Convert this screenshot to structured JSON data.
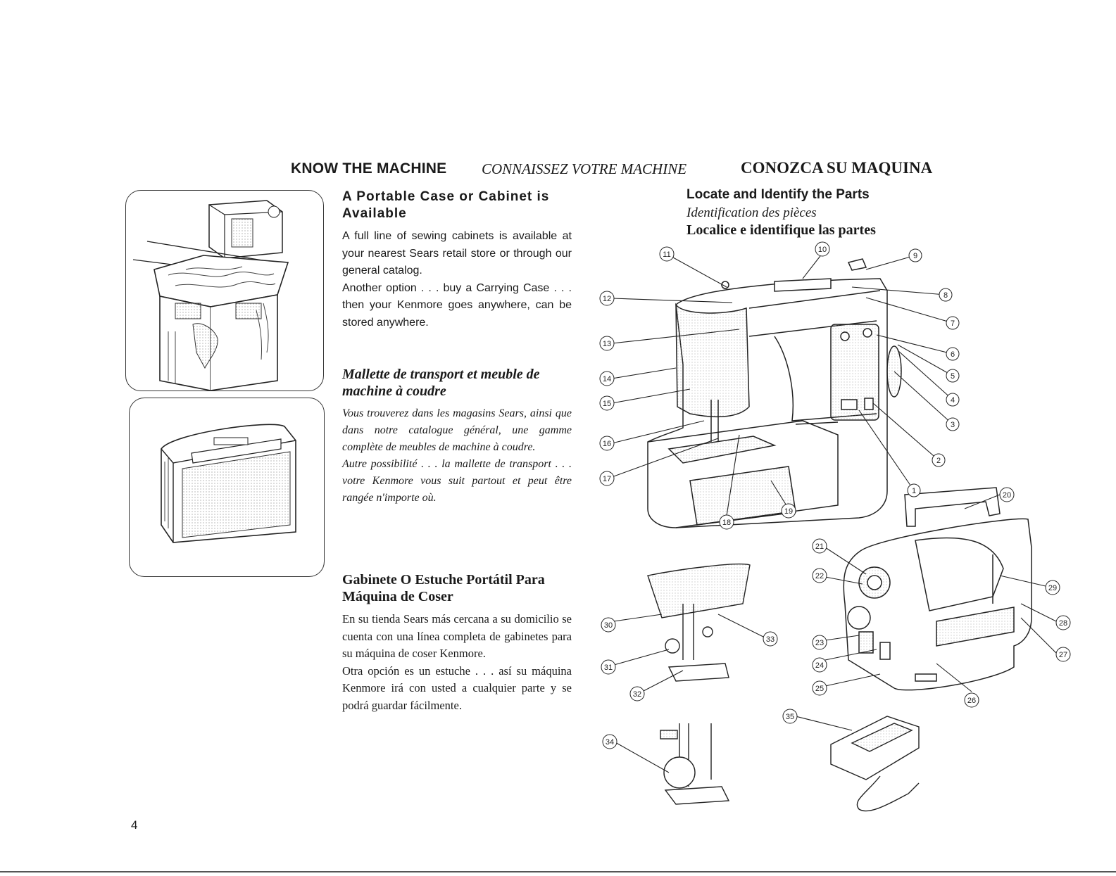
{
  "header": {
    "en": "KNOW THE MACHINE",
    "fr": "CONNAISSEZ VOTRE MACHINE",
    "es": "CONOZCA SU MAQUINA"
  },
  "english": {
    "heading": "A Portable Case or Cabinet is Available",
    "para1": "A full line of sewing cabinets is available at your nearest Sears retail store or through our general catalog.",
    "para2": "Another option . . . buy a Carrying Case . . . then your Kenmore goes anywhere, can be stored anywhere."
  },
  "french": {
    "heading": "Mallette de transport et meuble de machine à coudre",
    "para1": "Vous trouverez dans les magasins Sears, ainsi que dans notre catalogue général, une gamme complète de meubles de machine à coudre.",
    "para2": "Autre possibilité . . . la mallette de transport . . . votre Kenmore vous suit partout et peut être rangée n'importe où."
  },
  "spanish": {
    "heading": "Gabinete O Estuche Portátil Para Máquina de Coser",
    "para1": "En su tienda Sears más cercana a su domicilio se cuenta con una línea completa de gabinetes para su máquina de coser Kenmore.",
    "para2": "Otra opción es un estuche . . . así su máquina Kenmore irá con usted a cualquier parte y se podrá guardar fácilmente."
  },
  "parts_heading": {
    "en": "Locate and Identify the Parts",
    "fr": "Identification des pièces",
    "es": "Localice e identifique las partes"
  },
  "callouts": [
    "1",
    "2",
    "3",
    "4",
    "5",
    "6",
    "7",
    "8",
    "9",
    "10",
    "11",
    "12",
    "13",
    "14",
    "15",
    "16",
    "17",
    "18",
    "19",
    "20",
    "21",
    "22",
    "23",
    "24",
    "25",
    "26",
    "27",
    "28",
    "29",
    "30",
    "31",
    "32",
    "33",
    "34",
    "35"
  ],
  "page_number": "4"
}
